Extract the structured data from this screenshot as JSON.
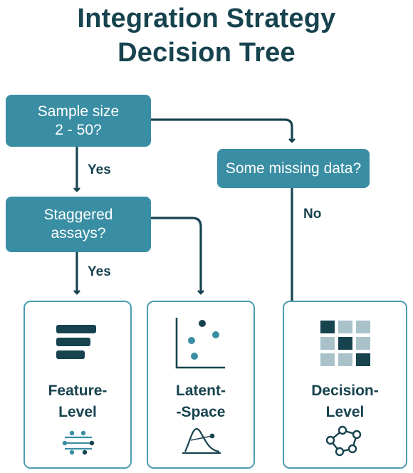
{
  "title": {
    "line1": "Integration Strategy",
    "line2": "Decision Tree"
  },
  "decisions": {
    "sample_size": {
      "line1": "Sample size",
      "line2": "2 - 50?"
    },
    "staggered": {
      "line1": "Staggered",
      "line2": "assays?"
    },
    "missing": {
      "text": "Some missing data?"
    }
  },
  "edge_labels": {
    "yes1": "Yes",
    "yes2": "Yes",
    "no": "No"
  },
  "outcomes": {
    "feature": {
      "line1": "Feature-",
      "line2": "Level",
      "icon": "bars-icon",
      "sub_icon": "network-lines-icon"
    },
    "latent": {
      "line1": "Latent-",
      "line2": "-Space",
      "icon": "scatter-plot-icon",
      "sub_icon": "curve-plot-icon"
    },
    "decision": {
      "line1": "Decision-",
      "line2": "Level",
      "icon": "grid-matrix-icon",
      "sub_icon": "graph-nodes-icon"
    }
  },
  "colors": {
    "teal": "#3a8ea4",
    "dark": "#17434f",
    "light_teal": "#4d9db2",
    "grey": "#a9c2ca"
  }
}
